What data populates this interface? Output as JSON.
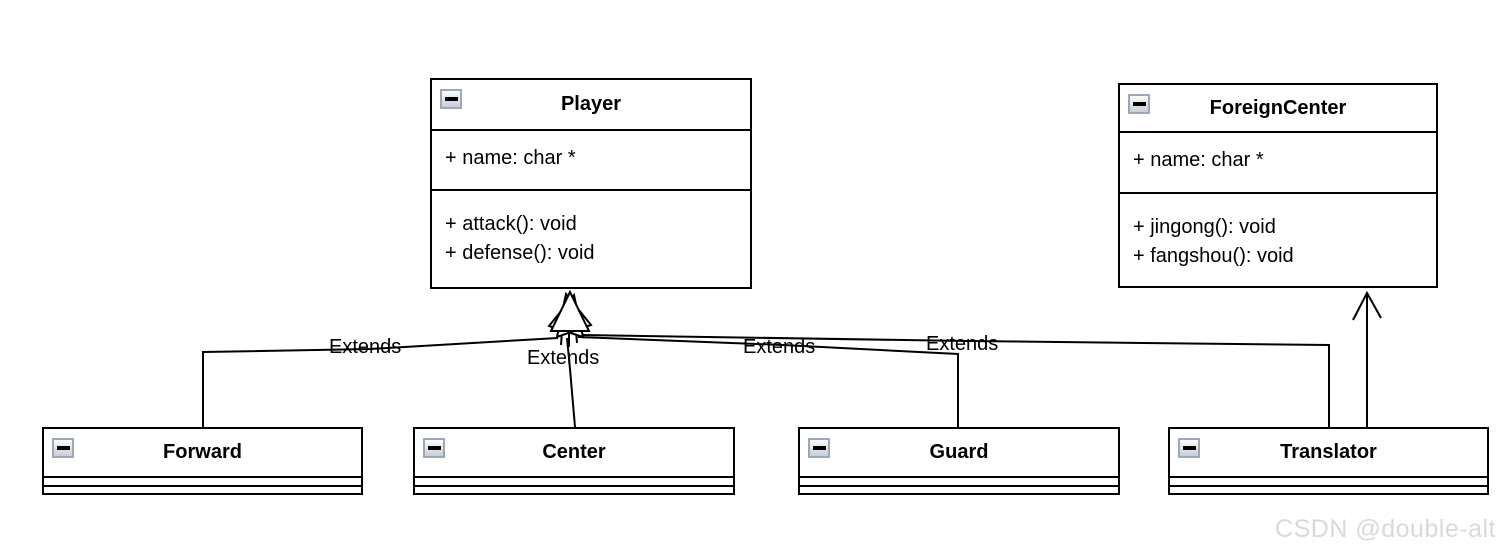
{
  "diagram": {
    "watermark": "CSDN @double-alt",
    "colors": {
      "line": "#000000",
      "background": "#ffffff",
      "watermark": "#d9d9d9",
      "collapse_icon_border": "#9aa8ba"
    }
  },
  "classes": [
    {
      "name": "Player",
      "attributes": [
        "+ name: char *"
      ],
      "methods": [
        "+ attack(): void",
        "+ defense(): void"
      ]
    },
    {
      "name": "ForeignCenter",
      "attributes": [
        "+ name: char *"
      ],
      "methods": [
        "+ jingong(): void",
        "+ fangshou(): void"
      ]
    },
    {
      "name": "Forward",
      "attributes": [],
      "methods": []
    },
    {
      "name": "Center",
      "attributes": [],
      "methods": []
    },
    {
      "name": "Guard",
      "attributes": [],
      "methods": []
    },
    {
      "name": "Translator",
      "attributes": [],
      "methods": []
    }
  ],
  "relationships": [
    {
      "from": "Forward",
      "to": "Player",
      "type": "generalization",
      "label": "Extends"
    },
    {
      "from": "Center",
      "to": "Player",
      "type": "generalization",
      "label": "Extends"
    },
    {
      "from": "Guard",
      "to": "Player",
      "type": "generalization",
      "label": "Extends"
    },
    {
      "from": "Translator",
      "to": "Player",
      "type": "generalization",
      "label": "Extends"
    },
    {
      "from": "Translator",
      "to": "ForeignCenter",
      "type": "generalization",
      "label": ""
    }
  ]
}
